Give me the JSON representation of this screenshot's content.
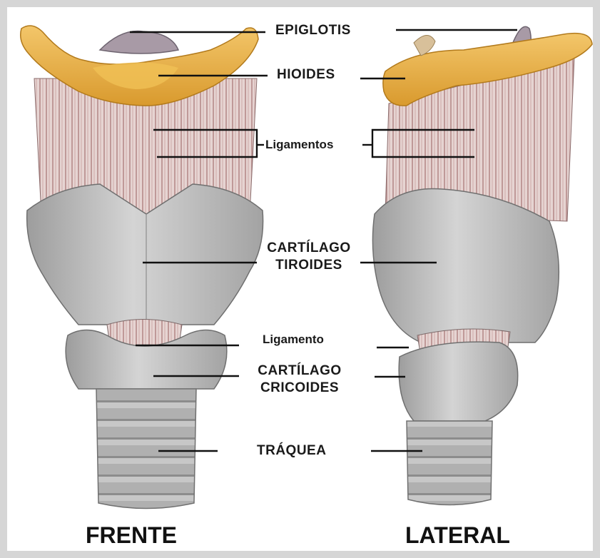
{
  "labels": {
    "epiglottis": "EPIGLOTIS",
    "hyoid": "HIOIDES",
    "ligaments": "Ligamentos",
    "thyroid_line1": "CARTÍLAGO",
    "thyroid_line2": "TIROIDES",
    "ligament": "Ligamento",
    "cricoid_line1": "CARTÍLAGO",
    "cricoid_line2": "CRICOIDES",
    "trachea": "TRÁQUEA"
  },
  "views": {
    "front": "FRENTE",
    "lateral": "LATERAL"
  },
  "colors": {
    "bone": "#e8b24a",
    "ligament_bg": "#d9c2c0",
    "ligament_stripe": "#b88c8c",
    "cartilage": "#b9b9b9",
    "cartilage_light": "#d9d9d9",
    "line": "#111111"
  }
}
